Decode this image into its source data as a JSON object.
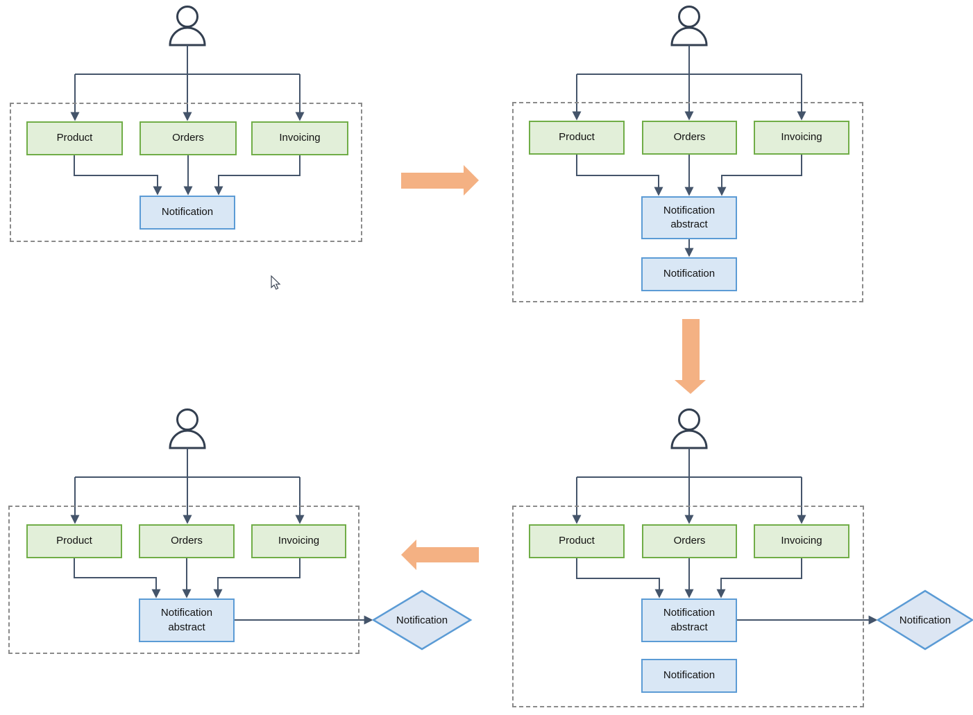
{
  "colors": {
    "service_fill": "#e2efd9",
    "service_border": "#70ad47",
    "notification_fill": "#d9e7f5",
    "notification_border": "#5b9bd5",
    "diamond_fill": "#dce6f3",
    "diamond_border": "#5b9bd5",
    "connector": "#44546a",
    "actor": "#333f50",
    "dashed_border": "#8a8a8a",
    "transition_arrow": "#f4b183"
  },
  "panels": {
    "top_left": {
      "services": [
        "Product",
        "Orders",
        "Invoicing"
      ],
      "sink": "Notification"
    },
    "top_right": {
      "services": [
        "Product",
        "Orders",
        "Invoicing"
      ],
      "sink": "Notification abstract",
      "impl": "Notification"
    },
    "bottom_right": {
      "services": [
        "Product",
        "Orders",
        "Invoicing"
      ],
      "sink": "Notification abstract",
      "impl": "Notification",
      "external": "Notification"
    },
    "bottom_left": {
      "services": [
        "Product",
        "Orders",
        "Invoicing"
      ],
      "sink": "Notification abstract",
      "external": "Notification"
    }
  }
}
